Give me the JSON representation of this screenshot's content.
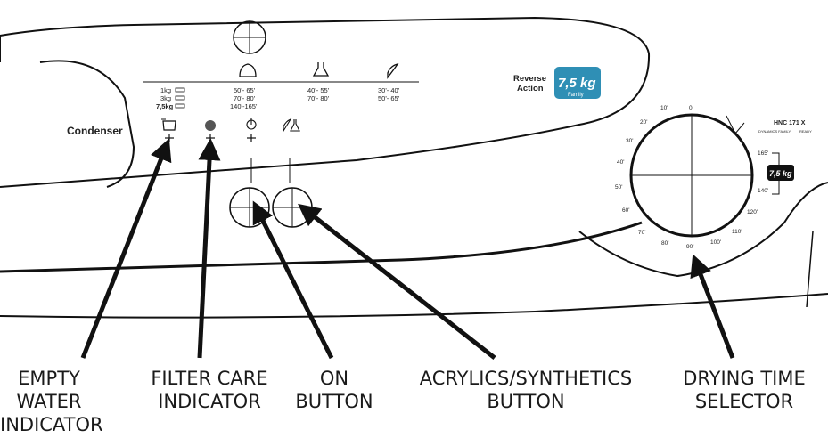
{
  "panel": {
    "condenser_label": "Condenser",
    "brand": {
      "line1": "Reverse",
      "line2": "Action",
      "badge_main": "7,5 kg",
      "badge_sub": "Family"
    },
    "model": {
      "line1": "HNC 171 X",
      "line2": "DYNAMICS FAMILY",
      "line3": "READY"
    },
    "load_table": {
      "loads": [
        "1kg",
        "3kg",
        "7,5kg"
      ],
      "cotton_times": [
        "50'- 65'",
        "70'- 80'",
        "140'-165'"
      ],
      "synthetic_times": [
        "40'- 55'",
        "70'- 80'"
      ],
      "delicate_times": [
        "30'- 40'",
        "50'- 65'"
      ]
    },
    "icons": {
      "cotton": "cotton-tub-icon",
      "synthetic": "flask-icon",
      "delicate": "feather-icon",
      "empty_water": "water-container-icon",
      "filter": "filter-dot-icon",
      "power": "power-icon",
      "acrylics": "acrylics-icon"
    },
    "dial": {
      "top_label": "0",
      "marks_left": [
        "10'",
        "20'",
        "30'",
        "40'",
        "50'",
        "60'",
        "70'",
        "80'"
      ],
      "marks_bottom": [
        "90'",
        "100'",
        "110'",
        "120'"
      ],
      "marks_right": [
        "140'",
        "165'"
      ],
      "badge": "7,5 kg"
    }
  },
  "callouts": [
    {
      "line1": "EMPTY",
      "line2": "WATER",
      "line3": "INDICATOR"
    },
    {
      "line1": "FILTER CARE",
      "line2": "INDICATOR"
    },
    {
      "line1": "ON",
      "line2": "BUTTON"
    },
    {
      "line1": "ACRYLICS/SYNTHETICS",
      "line2": "BUTTON"
    },
    {
      "line1": "DRYING TIME",
      "line2": "SELECTOR"
    }
  ]
}
